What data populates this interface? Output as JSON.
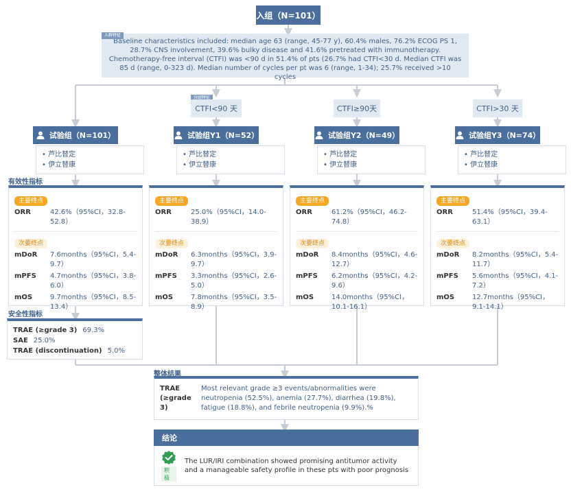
{
  "root": {
    "label": "入组（N=101）"
  },
  "baseline": {
    "tag": "入群特征",
    "text": "Baseline characteristics included: median age 63 (range, 45-77 y), 60.4% males, 76.2% ECOG PS 1, 28.7% CNS involvement, 39.6% bulky disease and 41.6% pretreated with immunotherapy. Chemotherapy-free interval (CTFI) was <90 d in 51.4% of pts (26.7% had CTFI<30 d. Median CTFI was 85 d (range, 0-323 d). Median number of cycles per pt was 6 (range, 1-34); 25.7% received >10 cycles"
  },
  "strat_tag": "分组特征",
  "ctfi": [
    "CTFI<90 天",
    "CTFI≥90天",
    "CTFI>30 天"
  ],
  "arms": [
    {
      "title": "试验组（N=101）",
      "drugs": [
        "芦比替定",
        "伊立替康"
      ]
    },
    {
      "title": "试验组Y1（N=52）",
      "drugs": [
        "芦比替定",
        "伊立替康"
      ]
    },
    {
      "title": "试验组Y2（N=49）",
      "drugs": [
        "芦比替定",
        "伊立替康"
      ]
    },
    {
      "title": "试验组Y3（N=74）",
      "drugs": [
        "芦比替定",
        "伊立替康"
      ]
    }
  ],
  "labels": {
    "efficacy": "有效性指标",
    "safety": "安全性指标",
    "primary": "主要终点",
    "secondary": "次要终点",
    "overall": "整体结果",
    "conclusion": "结论",
    "positive": "积极"
  },
  "efficacy": [
    {
      "orr": {
        "name": "ORR",
        "value": "42.6%（95%CI，32.8-52.8）"
      },
      "secondary": [
        {
          "name": "mDoR",
          "value": "7.6months（95%CI，5.4-9.7）"
        },
        {
          "name": "mPFS",
          "value": "4.7months（95%CI，3.8-6.0）"
        },
        {
          "name": "mOS",
          "value": "9.7months（95%CI，8.5-13.4）"
        }
      ]
    },
    {
      "orr": {
        "name": "ORR",
        "value": "25.0%（95%CI，14.0-38.9）"
      },
      "secondary": [
        {
          "name": "mDoR",
          "value": "6.3months（95%CI，3.9-9.7）"
        },
        {
          "name": "mPFS",
          "value": "3.3months（95%CI，2.6-5.0）"
        },
        {
          "name": "mOS",
          "value": "7.8months（95%CI，3.5-8.9）"
        }
      ]
    },
    {
      "orr": {
        "name": "ORR",
        "value": "61.2%（95%CI，46.2-74.8）"
      },
      "secondary": [
        {
          "name": "mDoR",
          "value": "8.4months（95%CI，4.6-12.7）"
        },
        {
          "name": "mPFS",
          "value": "6.2months（95%CI，4.2-9.6）"
        },
        {
          "name": "mOS",
          "value": "14.0months（95%CI，10.1-16.1）"
        }
      ]
    },
    {
      "orr": {
        "name": "ORR",
        "value": "51.4%（95%CI，39.4-63.1）"
      },
      "secondary": [
        {
          "name": "mDoR",
          "value": "8.2months（95%CI，5.4-11.7）"
        },
        {
          "name": "mPFS",
          "value": "5.6months（95%CI，4.1-7.2）"
        },
        {
          "name": "mOS",
          "value": "12.7months（95%CI，9.1-14.1）"
        }
      ]
    }
  ],
  "safety": [
    {
      "name": "TRAE (≥grade 3)",
      "value": "69.3%"
    },
    {
      "name": "SAE",
      "value": "25.0%"
    },
    {
      "name": "TRAE (discontinuation)",
      "value": "5.0%"
    }
  ],
  "overall": {
    "name": "TRAE (≥grade 3)",
    "value": "Most relevant grade ≥3 events/abnormalities were neutropenia (52.5%), anemia (27.7%), diarrhea (19.8%), fatigue (18.8%), and febrile neutropenia (9.9%).%"
  },
  "conclusion": {
    "text": "The LUR/IRI combination showed promising antitumor activity and a manageable safety profile in these pts with poor prognosis"
  },
  "colors": {
    "primary": "#4a6f9c",
    "light": "#e1eaf3",
    "accent": "#f5a623",
    "positive": "#2f9e55"
  }
}
